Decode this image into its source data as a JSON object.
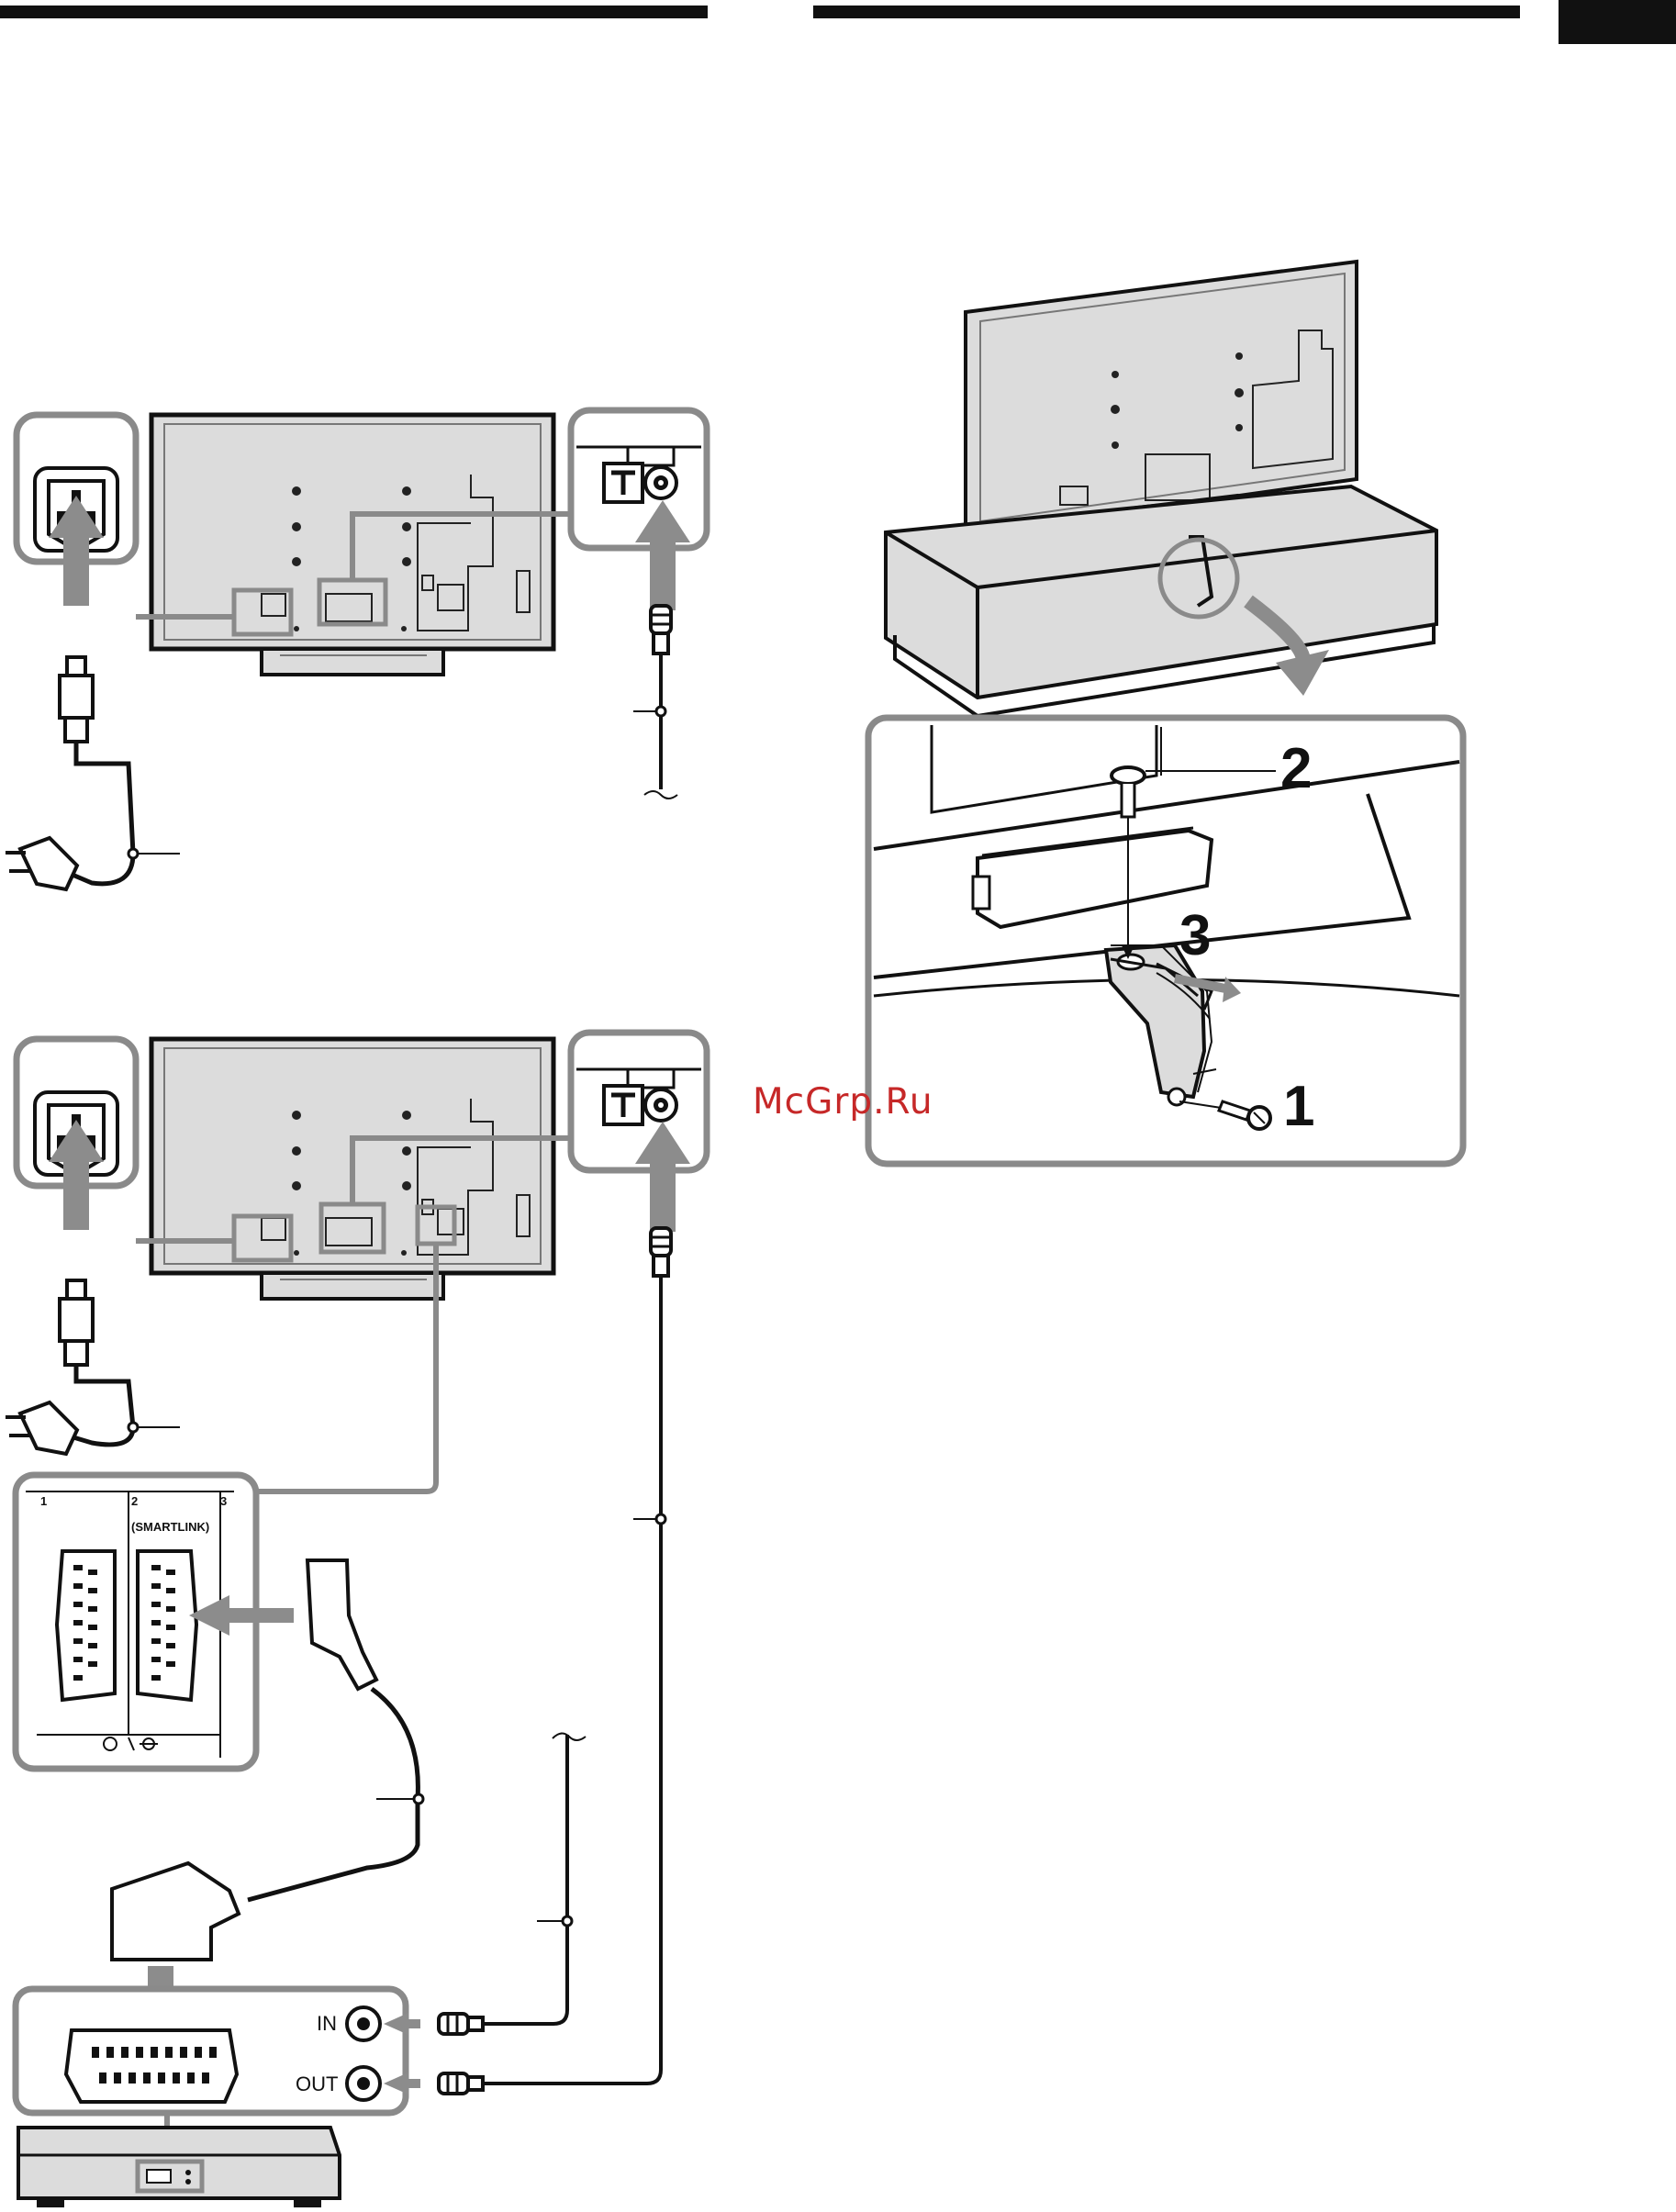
{
  "watermark": "McGrp.Ru",
  "scart_labels": {
    "port1": "1",
    "port2": "2",
    "port3": "3",
    "smartlink": "(SMARTLINK)"
  },
  "recorder_labels": {
    "in": "IN",
    "out": "OUT"
  },
  "steps": {
    "s1": "1",
    "s2": "2",
    "s3": "3"
  },
  "colors": {
    "frame_gray": "#8a8a8a",
    "tv_panel": "#dcdcdc",
    "arrow_gray": "#8c8c8c",
    "ink": "#111111"
  }
}
